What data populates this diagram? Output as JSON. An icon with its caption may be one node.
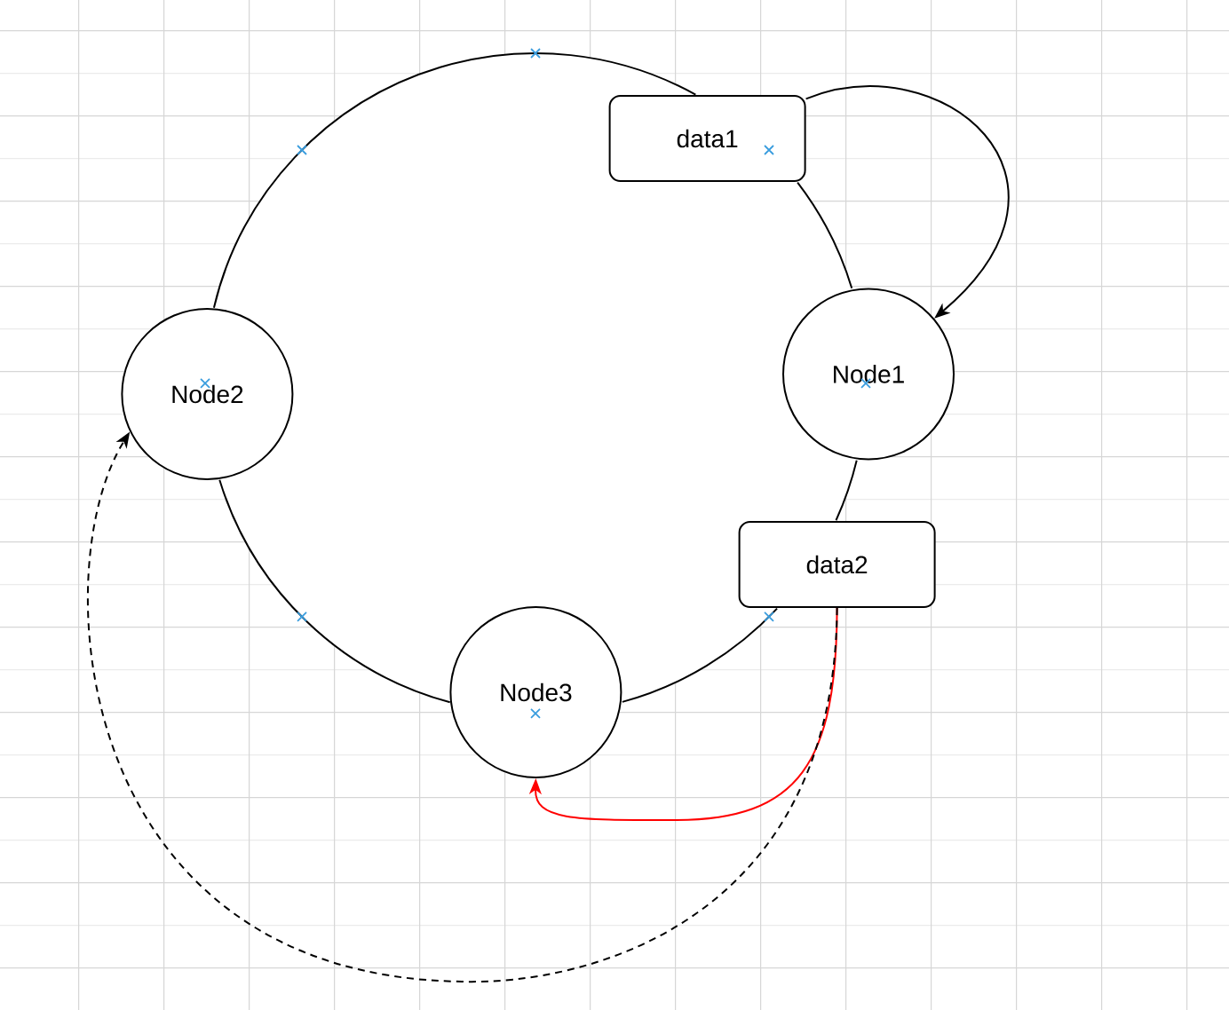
{
  "diagram": {
    "nodes": [
      {
        "text": [
          "data1"
        ]
      },
      {
        "text": [
          "Node1"
        ]
      },
      {
        "text": [
          "Node2"
        ]
      },
      {
        "text": [
          "data2"
        ]
      },
      {
        "text": [
          "Node3"
        ]
      }
    ],
    "edges": [
      {
        "from": 0,
        "to": 1,
        "arrow": "to"
      },
      {
        "from": 3,
        "to": 4,
        "arrow": "to",
        "color": "#ff0000"
      },
      {
        "from": 3,
        "to": 2,
        "arrow": "to",
        "style": "dashed"
      }
    ]
  }
}
